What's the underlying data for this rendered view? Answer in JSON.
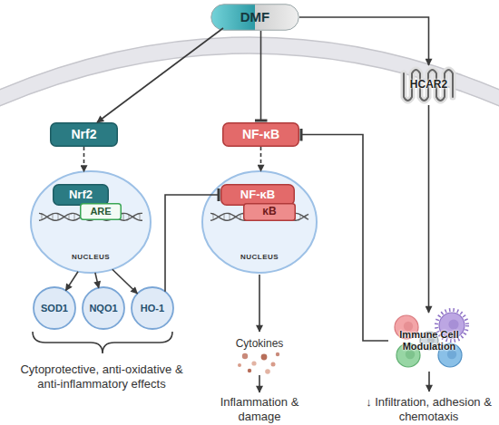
{
  "diagram": {
    "nodes": [
      {
        "text": [
          "DMF"
        ]
      },
      {
        "text": [
          "HCAR2"
        ]
      },
      {
        "text": [
          "Nrf2"
        ]
      },
      {
        "text": [
          "NF-κB"
        ]
      },
      {
        "text": [
          "NUCLEUS"
        ]
      },
      {
        "text": [
          "Nrf2"
        ],
        "in": 4
      },
      {
        "text": [
          "ARE"
        ],
        "in": 4
      },
      {
        "text": [
          "NUCLEUS"
        ]
      },
      {
        "text": [
          "NF-κB"
        ],
        "in": 7
      },
      {
        "text": [
          "κB"
        ],
        "in": 7
      },
      {
        "text": [
          "SOD1"
        ]
      },
      {
        "text": [
          "NQO1"
        ]
      },
      {
        "text": [
          "HO-1"
        ]
      },
      {
        "text": [
          "Immune Cell Modulation"
        ]
      }
    ],
    "edges": [
      {
        "from": 0,
        "to": 2,
        "arrow": "to"
      },
      {
        "from": 0,
        "to": 3,
        "arrow": "to"
      },
      {
        "from": 0,
        "to": 1,
        "arrow": "to"
      },
      {
        "from": 2,
        "to": 4,
        "arrow": "to"
      },
      {
        "from": 3,
        "to": 7,
        "arrow": "to"
      },
      {
        "from": 1,
        "to": 13,
        "arrow": "to"
      },
      {
        "from": 4,
        "to": 10,
        "arrow": "to"
      },
      {
        "from": 4,
        "to": 11,
        "arrow": "to"
      },
      {
        "from": 4,
        "to": 12,
        "arrow": "to"
      },
      {
        "from": 12,
        "to": 8,
        "arrow": "to"
      },
      {
        "from": 13,
        "to": 3,
        "arrow": "to"
      }
    ],
    "labels": [
      "Cytoprotective, anti-oxidative & anti-inflammatory effects",
      "Cytokines",
      "Inflammation & damage",
      "↓ Infiltration, adhesion & chemotaxis"
    ]
  }
}
